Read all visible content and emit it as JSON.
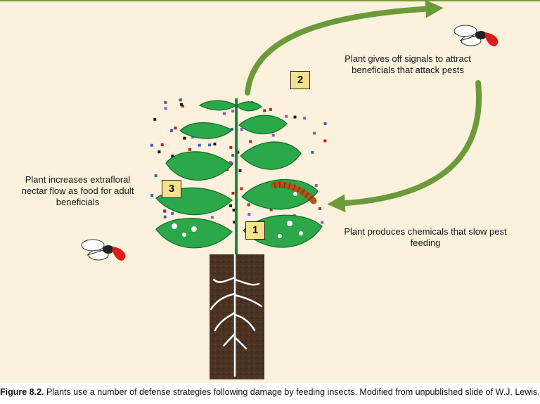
{
  "labels": {
    "signals": "Plant gives off signals to attract beneficials that attack pests",
    "nectar": "Plant increases extrafloral nectar flow as food for adult beneficials",
    "chemicals": "Plant produces chemicals that slow pest feeding"
  },
  "markers": {
    "one": "1",
    "two": "2",
    "three": "3"
  },
  "caption": {
    "figure": "Figure 8.2.",
    "text": " Plants use a number of defense strategies following damage by feeding insects. Modified from unpublished slide of W.J. Lewis."
  },
  "colors": {
    "arrow": "#6b9a3a",
    "leaf": "#2aa84a",
    "soil": "#4a3322",
    "background": "#fbf1dc"
  }
}
